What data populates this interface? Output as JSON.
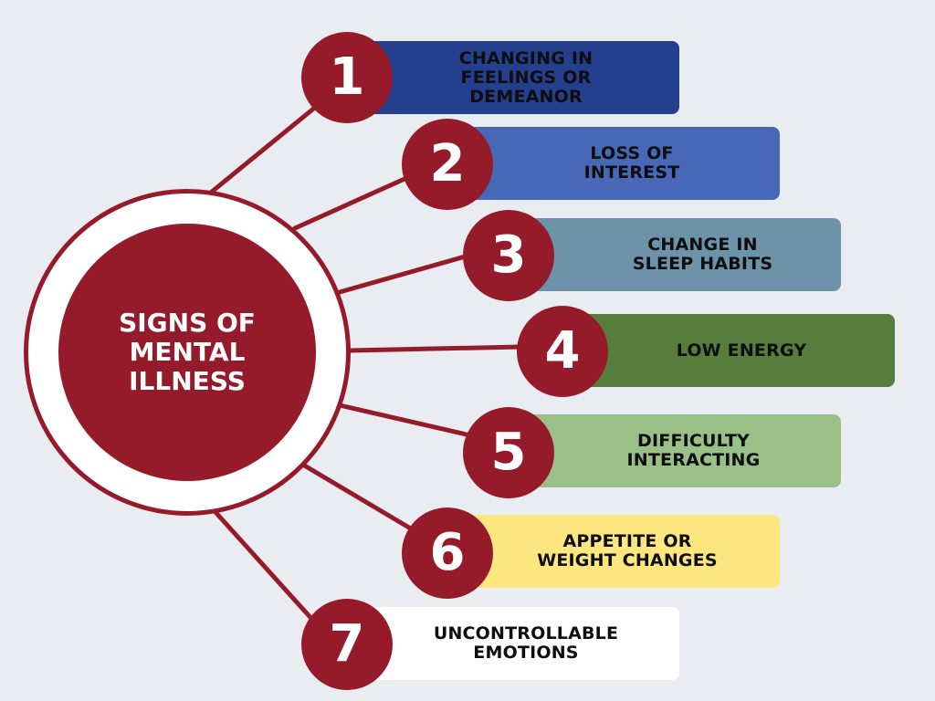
{
  "title": "SIGNS OF MENTAL ILLNESS",
  "colors": {
    "background": "#e9edf2",
    "accent": "#961b2a",
    "ring_fill": "#ffffff"
  },
  "items": [
    {
      "number": "1",
      "label": "CHANGING IN\nFEELINGS OR\nDEMEANOR",
      "bar_color": "#233f8d",
      "text_color": "#0e0e0e"
    },
    {
      "number": "2",
      "label": "LOSS OF\nINTEREST",
      "bar_color": "#4767b7",
      "text_color": "#0e0e0e"
    },
    {
      "number": "3",
      "label": "CHANGE IN\nSLEEP HABITS",
      "bar_color": "#6c93a8",
      "text_color": "#0e0e0e"
    },
    {
      "number": "4",
      "label": "LOW ENERGY",
      "bar_color": "#577d3d",
      "text_color": "#0e0e0e"
    },
    {
      "number": "5",
      "label": "DIFFICULTY\nINTERACTING",
      "bar_color": "#9bc087",
      "text_color": "#0e0e0e"
    },
    {
      "number": "6",
      "label": "APPETITE OR\nWEIGHT CHANGES",
      "bar_color": "#fbe680",
      "text_color": "#0e0e0e"
    },
    {
      "number": "7",
      "label": "UNCONTROLLABLE\nEMOTIONS",
      "bar_color": "#ffffff",
      "text_color": "#0e0e0e"
    }
  ]
}
